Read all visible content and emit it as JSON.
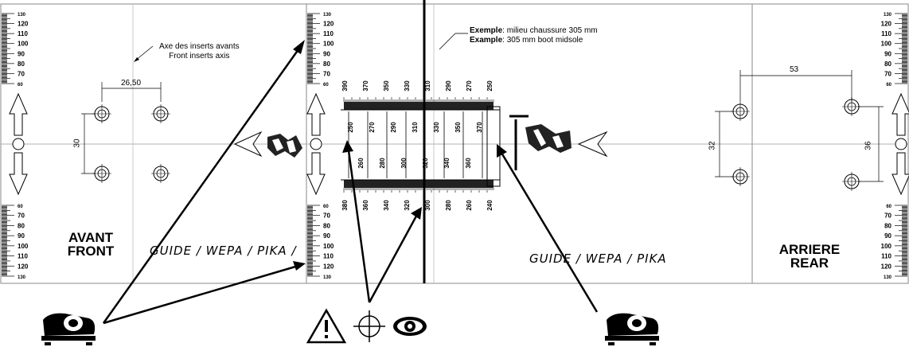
{
  "labels": {
    "avant": "AVANT",
    "front": "FRONT",
    "arriere": "ARRIERE",
    "rear": "REAR",
    "guide_left": "GUIDE / WEPA / PIKA /",
    "guide_center": "GUIDE / WEPA / PIKA",
    "axis_fr": "Axe des inserts avants",
    "axis_en": "Front inserts axis",
    "example_fr_bold": "Exemple",
    "example_fr_rest": ": milieu chaussure 305 mm",
    "example_en_bold": "Example",
    "example_en_rest": ": 305 mm boot midsole"
  },
  "dimensions": {
    "front_width": "26,50",
    "front_height": "30",
    "rear_width": "53",
    "rear_left_height": "32",
    "rear_right_height": "36"
  },
  "side_scale_top": [
    "130",
    "120",
    "110",
    "100",
    "90",
    "80",
    "70",
    "60"
  ],
  "side_scale_bottom": [
    "60",
    "70",
    "80",
    "90",
    "100",
    "110",
    "120",
    "130"
  ],
  "boot_scale_top": [
    "390",
    "370",
    "350",
    "330",
    "310",
    "290",
    "270",
    "250"
  ],
  "boot_scale_upper_mid": [
    "250",
    "270",
    "290",
    "310",
    "330",
    "350",
    "370"
  ],
  "boot_scale_lower_mid": [
    "260",
    "280",
    "300",
    "320",
    "340",
    "360"
  ],
  "boot_scale_bottom": [
    "380",
    "360",
    "340",
    "320",
    "300",
    "280",
    "260",
    "240"
  ],
  "icons": [
    "tape-dispenser-icon",
    "warning-icon",
    "crosshair-icon",
    "eye-icon",
    "tape-dispenser-icon"
  ]
}
